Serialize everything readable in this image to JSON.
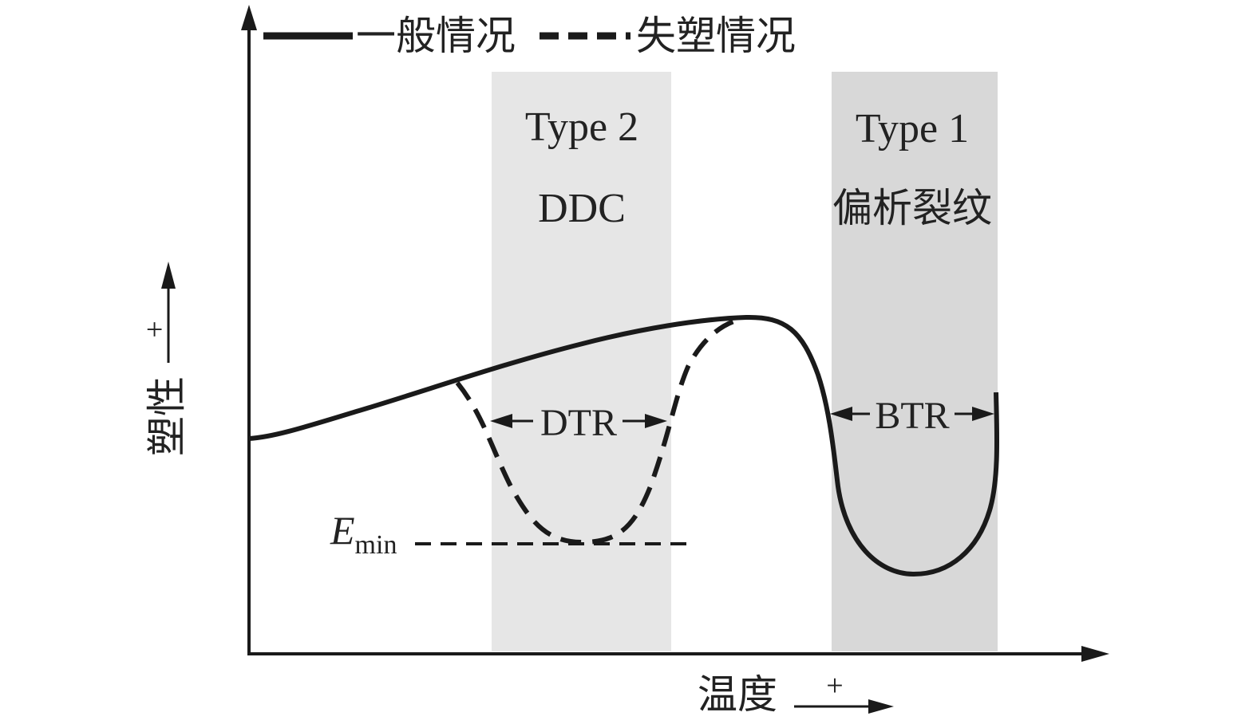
{
  "legend": {
    "solid_label": "一般情况",
    "dashed_label": "失塑情况"
  },
  "axes": {
    "y_label": "塑性",
    "y_plus": "+",
    "x_label": "温度",
    "x_plus": "+"
  },
  "regions": {
    "type2": {
      "line1": "Type 2",
      "line2": "DDC",
      "range_label": "DTR",
      "fill": "#e6e6e6"
    },
    "type1": {
      "line1": "Type 1",
      "line2": "偏析裂纹",
      "range_label": "BTR",
      "fill": "#d8d8d8"
    }
  },
  "emin": {
    "symbol": "E",
    "subscript": "min"
  },
  "colors": {
    "ink": "#1a1a1a",
    "text": "#222222"
  }
}
